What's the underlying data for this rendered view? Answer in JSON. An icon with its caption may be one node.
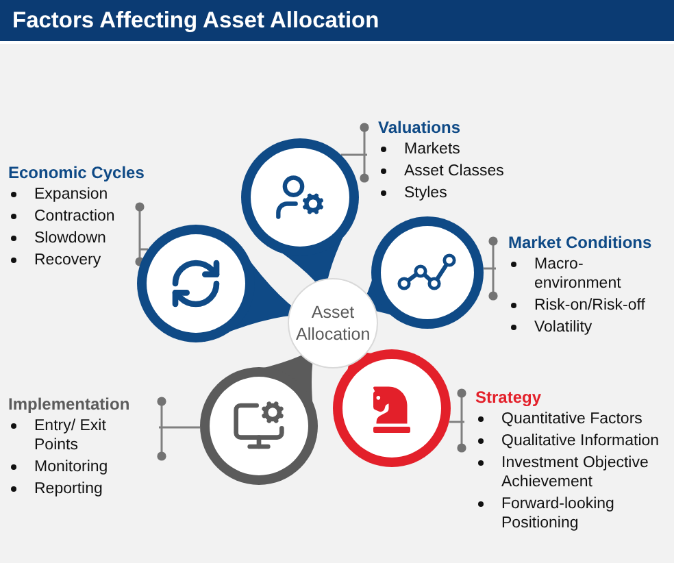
{
  "diagram": {
    "title": "Factors Affecting Asset Allocation",
    "nodes": [
      {
        "text": [
          "Valuations",
          "Markets",
          "Asset Classes",
          "Styles"
        ]
      },
      {
        "text": [],
        "shape": "circle"
      },
      {
        "text": [
          "Economic Cycles",
          "Expansion",
          "Contraction",
          "Slowdown",
          "Recovery"
        ]
      },
      {
        "text": [],
        "shape": "circle"
      },
      {
        "text": [
          "Market Conditions",
          "Macro-environment",
          "Risk-on/Risk-off",
          "Volatility"
        ]
      },
      {
        "text": [],
        "shape": "circle"
      },
      {
        "text": [
          "Asset Allocation"
        ]
      },
      {
        "text": [
          "Implementation",
          "Entry/ Exit Points",
          "Monitoring",
          "Reporting"
        ]
      },
      {
        "text": [],
        "shape": "circle"
      },
      {
        "text": [
          "Strategy",
          "Quantitative Factors",
          "Qualitative Information",
          "Investment Objective Achievement",
          "Forward-looking Positioning"
        ]
      },
      {
        "text": [],
        "shape": "circle"
      }
    ],
    "edges": [
      {
        "from": 0,
        "to": 1,
        "arrow": "other"
      },
      {
        "from": 2,
        "to": 3,
        "arrow": "other"
      },
      {
        "from": 4,
        "to": 5,
        "arrow": "other"
      },
      {
        "from": 7,
        "to": 8,
        "arrow": "other"
      },
      {
        "from": 9,
        "to": 10,
        "arrow": "other"
      }
    ]
  }
}
